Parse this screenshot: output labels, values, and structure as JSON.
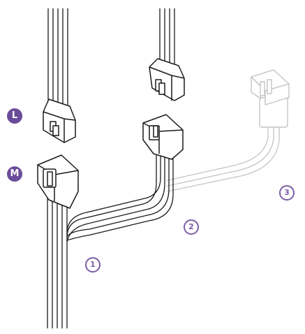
{
  "badges": {
    "l_label": "L",
    "m_label": "M",
    "step1": "1",
    "step2": "2",
    "step3": "3"
  },
  "colors": {
    "badge_fill": "#6b4c9a",
    "badge_outline": "#7b5ea7",
    "line_dark": "#1a1a1a",
    "line_faded": "#bdbdbd"
  }
}
